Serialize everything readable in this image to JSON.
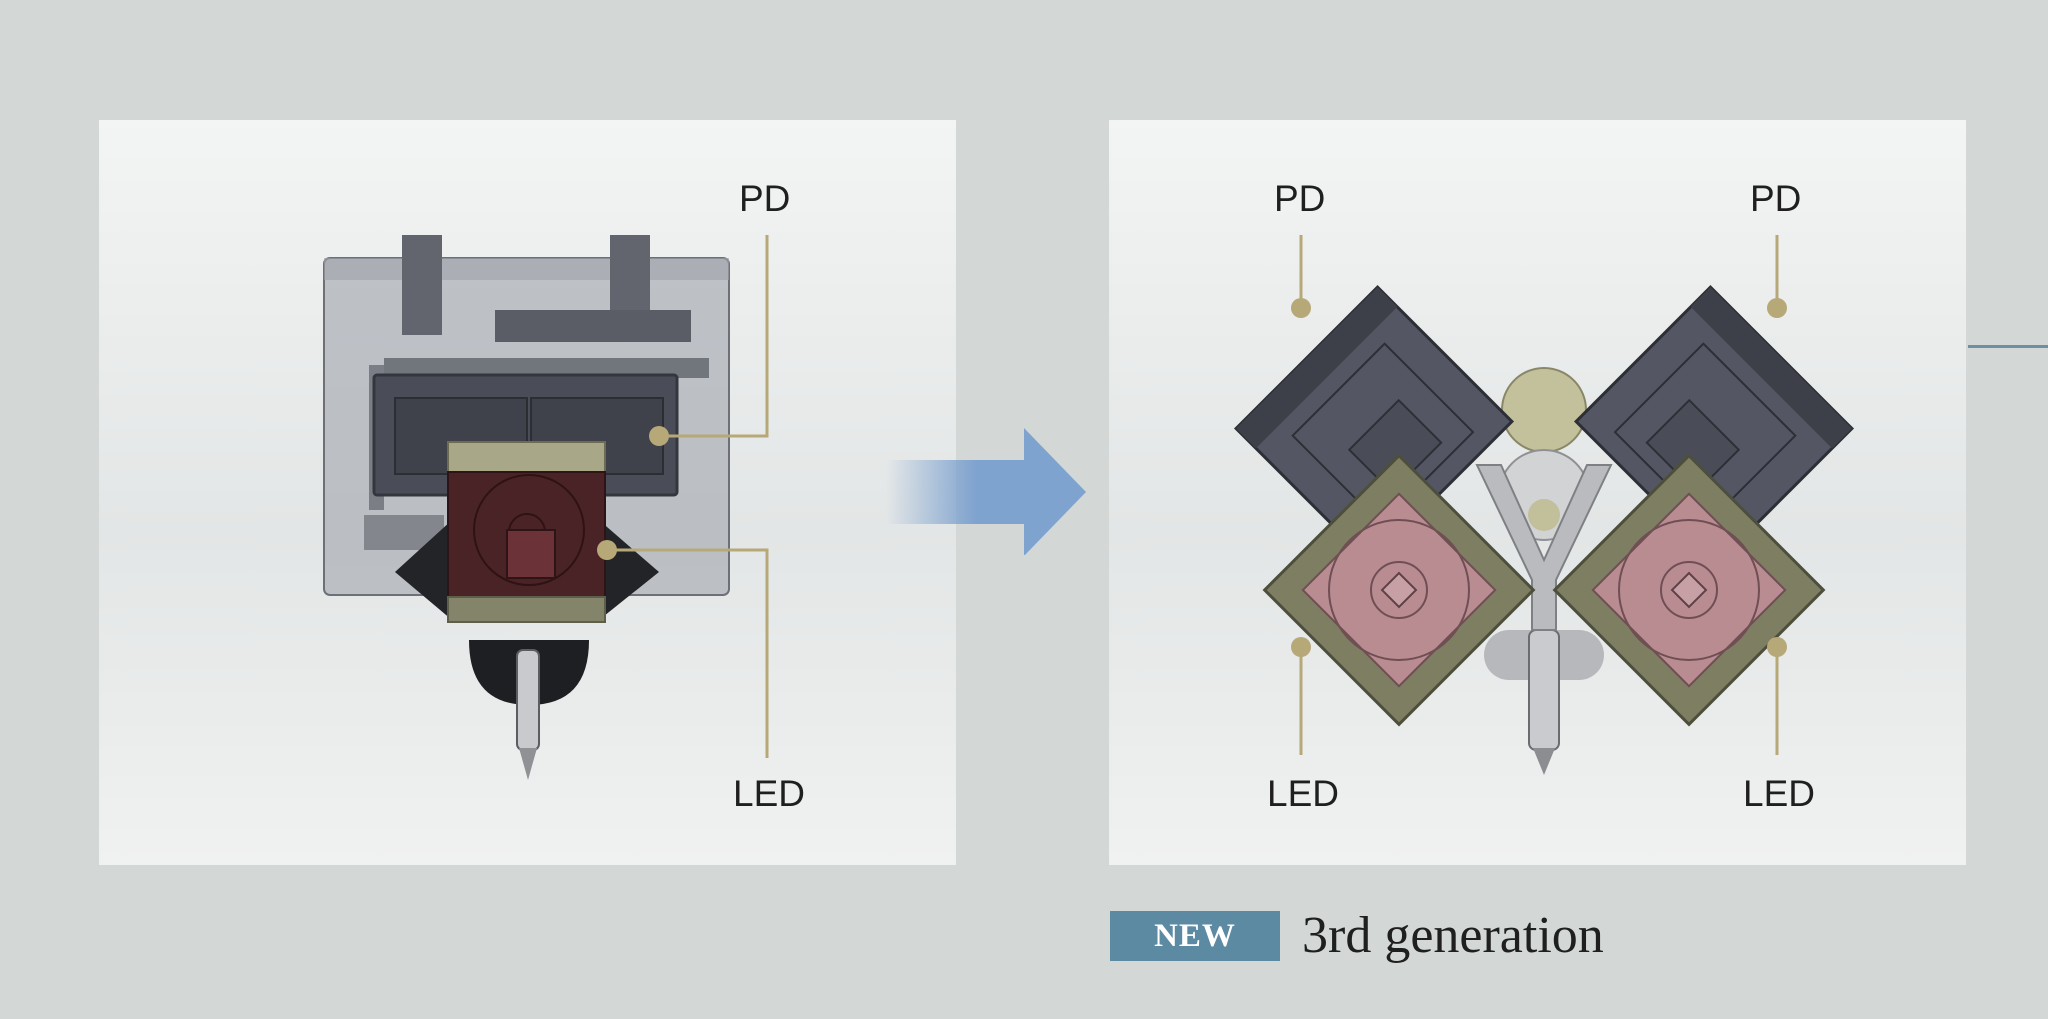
{
  "left_panel": {
    "labels": {
      "pd": "PD",
      "led": "LED"
    }
  },
  "right_panel": {
    "labels": {
      "pd_left": "PD",
      "pd_right": "PD",
      "led_left": "LED",
      "led_right": "LED"
    }
  },
  "caption": {
    "badge": "NEW",
    "text": "3rd generation"
  },
  "colors": {
    "background": "#d3d8d7",
    "panel": "#eceeee",
    "leader_line": "#b7a878",
    "arrow": "#7fa3cf",
    "badge": "#5c8aa3",
    "pd_housing": "#4a4d57",
    "led_frame": "#7e7f62",
    "led_body": "#b98c92"
  }
}
